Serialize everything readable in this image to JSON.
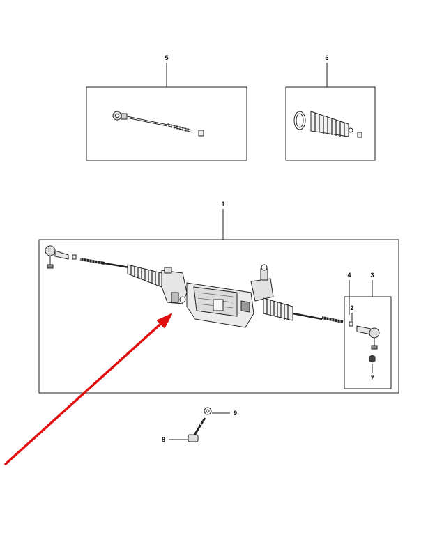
{
  "callouts": {
    "c1": "1",
    "c2": "2",
    "c3": "3",
    "c4": "4",
    "c5": "5",
    "c6": "6",
    "c7": "7",
    "c8": "8",
    "c9": "9"
  },
  "colors": {
    "line": "#222222",
    "arrow": "#e01010",
    "background": "#ffffff"
  }
}
